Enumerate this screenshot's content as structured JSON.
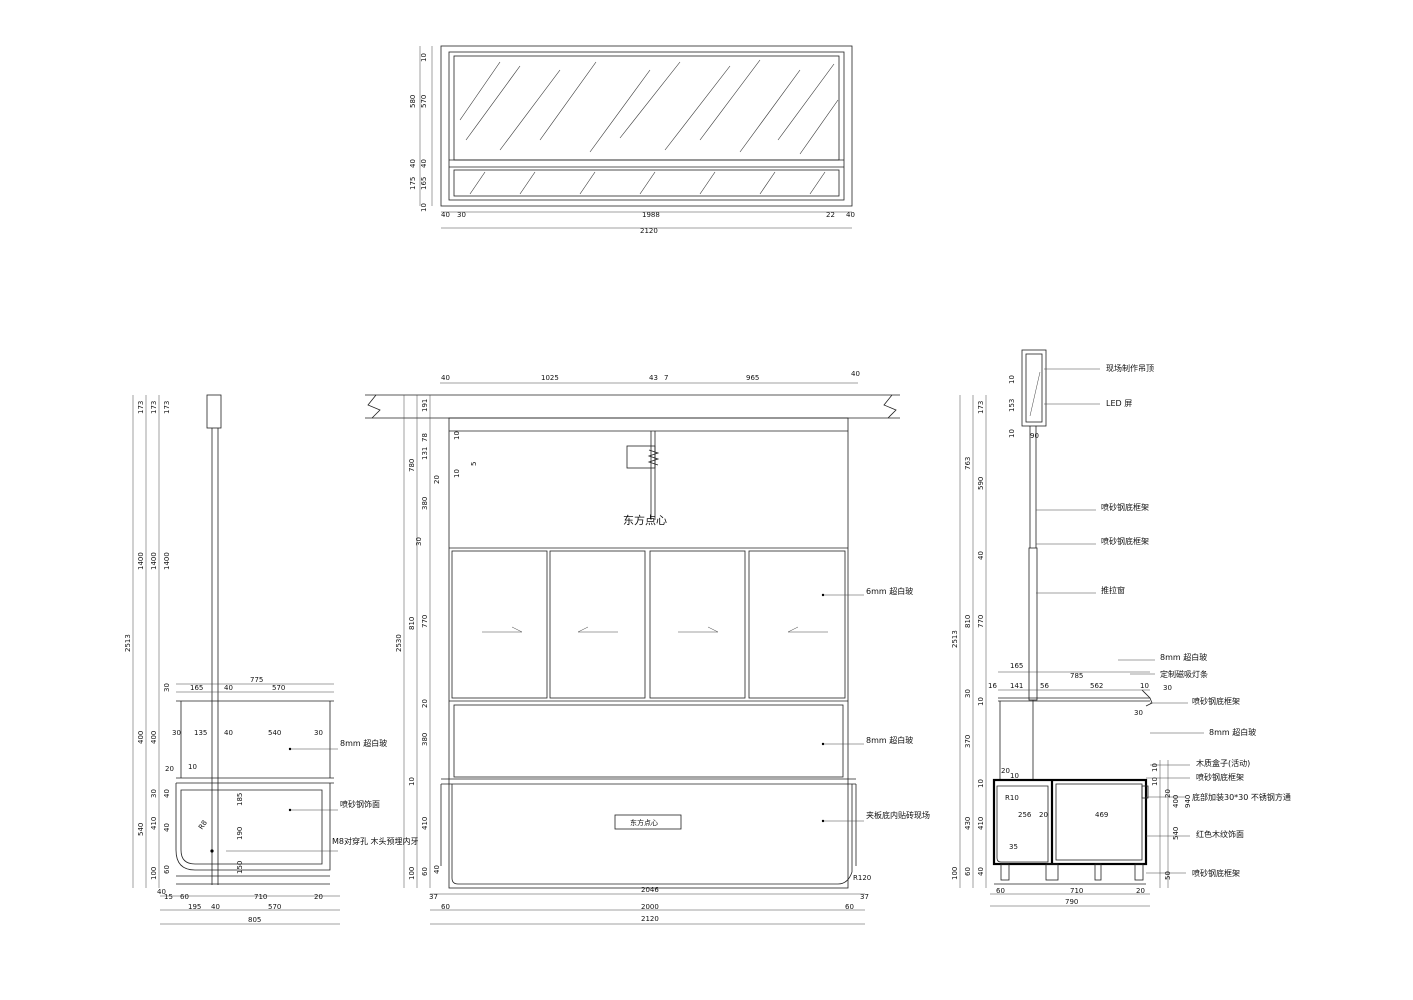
{
  "plan": {
    "dims_bottom": [
      "40",
      "30",
      "1988",
      "22",
      "40"
    ],
    "overall": "2120",
    "dims_left": [
      "10",
      "580",
      "570",
      "40",
      "40",
      "175",
      "165",
      "10"
    ]
  },
  "front": {
    "top_dims": [
      "40",
      "1025",
      "43",
      "7",
      "965",
      "40"
    ],
    "left_dims": [
      "191",
      "78",
      "10",
      "131",
      "5",
      "20",
      "10",
      "380",
      "30",
      "770",
      "20",
      "380",
      "10",
      "410",
      "40",
      "60",
      "100"
    ],
    "left_groups": [
      "780",
      "810",
      "2530"
    ],
    "sign_text": "东方点心",
    "plate_text": "东方点心",
    "bottom_dims": [
      "37",
      "2046",
      "37",
      "60",
      "2000",
      "60",
      "2120"
    ],
    "callouts": [
      "6mm  超白玻",
      "8mm  超白玻",
      "夹板底内贴砖现场"
    ],
    "radius": "R120"
  },
  "left_side": {
    "col_dims": [
      "173",
      "173",
      "173",
      "1400",
      "1400",
      "1400",
      "2513",
      "30",
      "400",
      "400",
      "30",
      "40",
      "540",
      "410",
      "40",
      "60",
      "100"
    ],
    "top_dims": [
      "775",
      "165",
      "40",
      "570"
    ],
    "mid_dims": [
      "30",
      "135",
      "40",
      "540",
      "30",
      "20",
      "10"
    ],
    "inner_dims": [
      "185",
      "190",
      "150",
      "R8"
    ],
    "bottom_dims": [
      "15",
      "60",
      "710",
      "20",
      "40",
      "195",
      "40",
      "570",
      "805"
    ],
    "callouts": [
      "8mm  超白玻",
      "喷砂钢饰面",
      "M8对穿孔 木头预埋内牙"
    ]
  },
  "right_side": {
    "col_dims": [
      "173",
      "10",
      "153",
      "10",
      "763",
      "590",
      "40",
      "2513",
      "810",
      "770",
      "30",
      "10",
      "370",
      "10",
      "430",
      "410",
      "40",
      "60",
      "100",
      "90"
    ],
    "top_dims": [
      "165",
      "785",
      "16",
      "141",
      "56",
      "562",
      "10",
      "30",
      "30"
    ],
    "inner_dims": [
      "R10",
      "256",
      "20",
      "469",
      "35",
      "20",
      "10",
      "10",
      "10",
      "20",
      "400",
      "940",
      "540",
      "50"
    ],
    "bottom_dims": [
      "60",
      "710",
      "20",
      "790"
    ],
    "callouts": [
      "现场制作吊顶",
      "LED 屏",
      "喷砂钢底框架",
      "喷砂钢底框架",
      "推拉窗",
      "8mm  超白玻",
      "定制磁吸灯条",
      "喷砂钢底框架",
      "8mm  超白玻",
      "木质盒子(活动)",
      "喷砂钢底框架",
      "底部加装30*30 不锈钢方通",
      "红色木纹饰面",
      "喷砂钢底框架"
    ]
  }
}
